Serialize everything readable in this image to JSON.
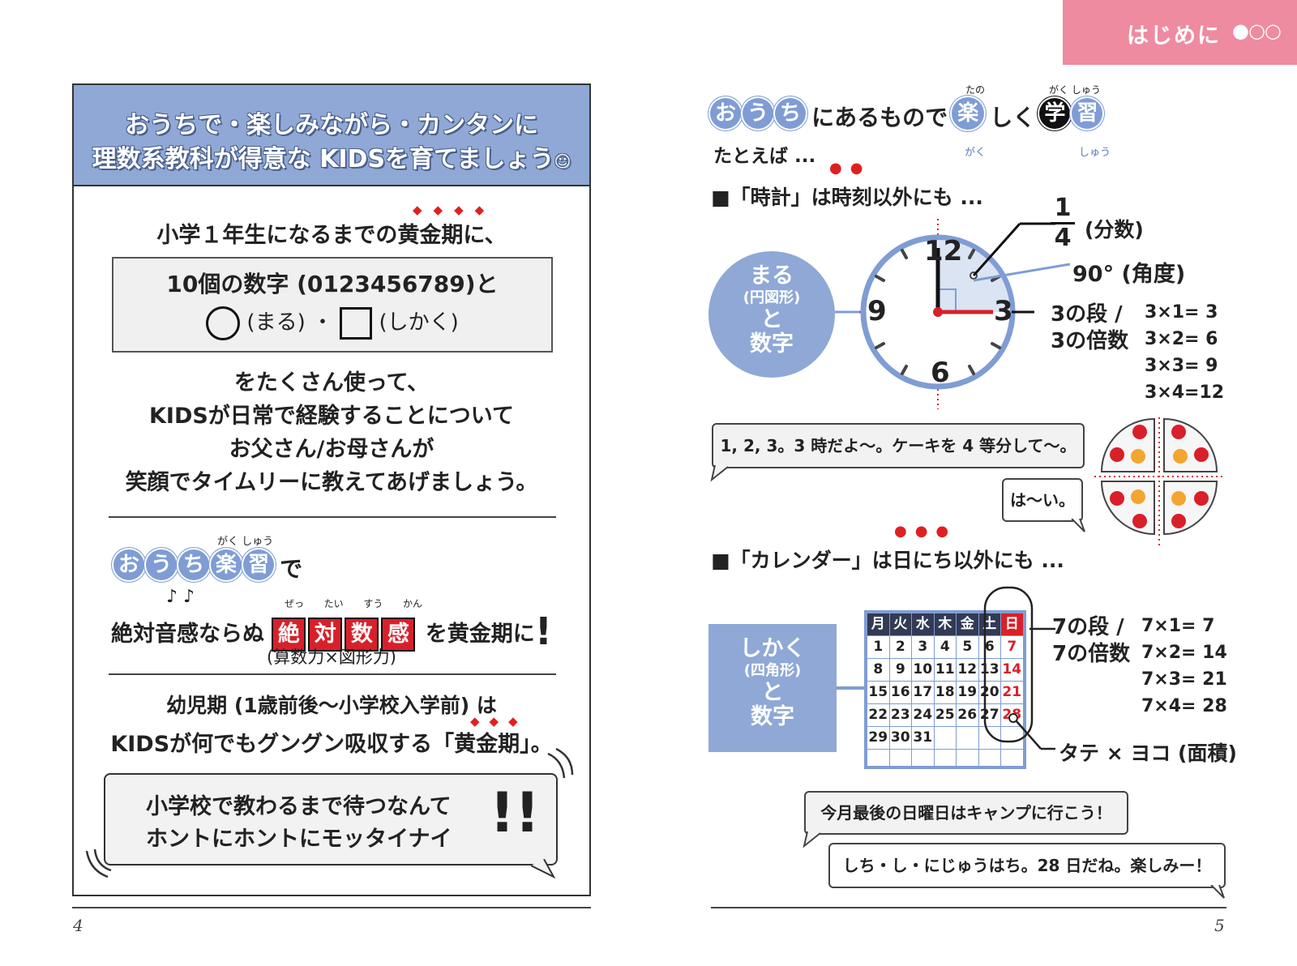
{
  "tab": {
    "label": "はじめに",
    "dots": "●○○"
  },
  "left": {
    "header_line1": "おうちで・楽しみながら・カンタンに",
    "header_line2": "理数系教科が得意な KIDSを育てましょう",
    "header_smile": "☺",
    "intro": "小学１年生になるまでの黄金期に、",
    "digits_line": "10個の数字 (0123456789)と",
    "shapes_circle": "(まる)",
    "shapes_dot": "・",
    "shapes_square": "(しかく)",
    "body_lines": [
      "をたくさん使って、",
      "KIDSが日常で経験することについて",
      "お父さん/お母さんが",
      "笑顔でタイムリーに教えてあげましょう。"
    ],
    "ouchi_ruby": "がく しゅう",
    "ouchi_chars": [
      "お",
      "う",
      "ち",
      "楽",
      "習"
    ],
    "ouchi_suffix": "で",
    "notes": "♪ ♪",
    "absolute_prefix": "絶対音感ならぬ",
    "absolute_ruby": [
      "ぜっ",
      "たい",
      "すう",
      "かん"
    ],
    "absolute_boxes": [
      "絶",
      "対",
      "数",
      "感"
    ],
    "absolute_suffix": "を黄金期に",
    "absolute_sub": "(算数力×図形力)",
    "infancy_line1": "幼児期 (1歳前後〜小学校入学前) は",
    "infancy_line2": "KIDSが何でもグングン吸収する「黄金期」。",
    "bubble_line1": "小学校で教わるまで待つなんて",
    "bubble_line2": "ホントにホントにモッタイナイ",
    "bubble_excl": "!!",
    "page_number": "4"
  },
  "right": {
    "title_chars": [
      "お",
      "う",
      "ち"
    ],
    "title_middle": "にあるもので",
    "title_raku": "楽",
    "title_shiku": "しく",
    "title_gaku": "学",
    "title_shu": "習",
    "ruby_top_tano": "たの",
    "ruby_top_gakushu": "がく しゅう",
    "ruby_bottom_gaku": "がく",
    "ruby_bottom_shu": "しゅう",
    "tatoeba": "たとえば ...",
    "clock_section": "■「時計」は時刻以外にも ...",
    "clock_circle_label": [
      "まる",
      "(円図形)",
      "と",
      "数字"
    ],
    "clock_numbers": [
      "12",
      "3",
      "6",
      "9"
    ],
    "fraction_num": "1",
    "fraction_den": "4",
    "fraction_label": "(分数)",
    "angle_label": "90° (角度)",
    "dan3_label": [
      "3の段 /",
      "3の倍数"
    ],
    "mult3": [
      "3×1=  3",
      "3×2=  6",
      "3×3=  9",
      "3×4=12"
    ],
    "clock_bubble": "1, 2, 3。3 時だよ〜。ケーキを 4 等分して〜。",
    "reply_bubble": "は〜い。",
    "calendar_section": "■「カレンダー」は日にち以外にも ...",
    "cal_rect_label": [
      "しかく",
      "(四角形)",
      "と",
      "数字"
    ],
    "cal_headers": [
      "月",
      "火",
      "水",
      "木",
      "金",
      "土",
      "日"
    ],
    "cal_rows": [
      [
        "1",
        "2",
        "3",
        "4",
        "5",
        "6",
        "7"
      ],
      [
        "8",
        "9",
        "10",
        "11",
        "12",
        "13",
        "14"
      ],
      [
        "15",
        "16",
        "17",
        "18",
        "19",
        "20",
        "21"
      ],
      [
        "22",
        "23",
        "24",
        "25",
        "26",
        "27",
        "28"
      ],
      [
        "29",
        "30",
        "31",
        "",
        "",
        "",
        ""
      ]
    ],
    "dan7_label": [
      "7の段 /",
      "7の倍数"
    ],
    "mult7": [
      "7×1=  7",
      "7×2= 14",
      "7×3= 21",
      "7×4= 28"
    ],
    "area_label": "タテ × ヨコ (面積)",
    "cal_bubble1": "今月最後の日曜日はキャンプに行こう！",
    "cal_bubble2": "しち・し・にじゅうはち。28 日だね。楽しみー！",
    "page_number": "5"
  },
  "colors": {
    "pink": "#ee8ba0",
    "blue": "#8fa8d6",
    "red": "#d8202a",
    "navy": "#333a55"
  }
}
